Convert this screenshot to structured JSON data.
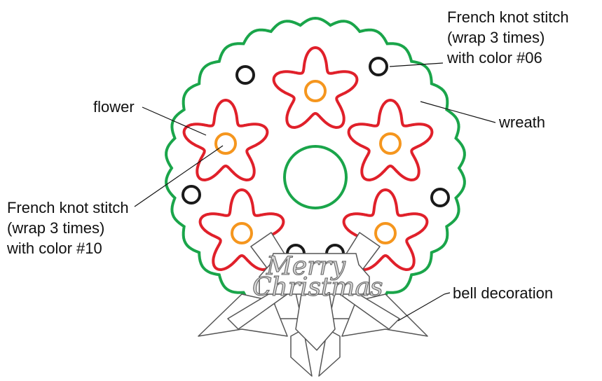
{
  "labels": {
    "knot_top_line1": "French knot stitch",
    "knot_top_line2": "(wrap 3 times)",
    "knot_top_line3": "with color #06",
    "flower": "flower",
    "wreath": "wreath",
    "knot_left_line1": "French knot stitch",
    "knot_left_line2": "(wrap 3 times)",
    "knot_left_line3": "with color #10",
    "bell": "bell decoration"
  },
  "banner": {
    "line1": "Merry",
    "line2": "Christmas"
  },
  "colors": {
    "wreath_outline": "#1aa54a",
    "flower_outline": "#e0202a",
    "flower_center": "#f5961e",
    "black_knot": "#1a1a1a",
    "bell_outline": "#555555"
  }
}
